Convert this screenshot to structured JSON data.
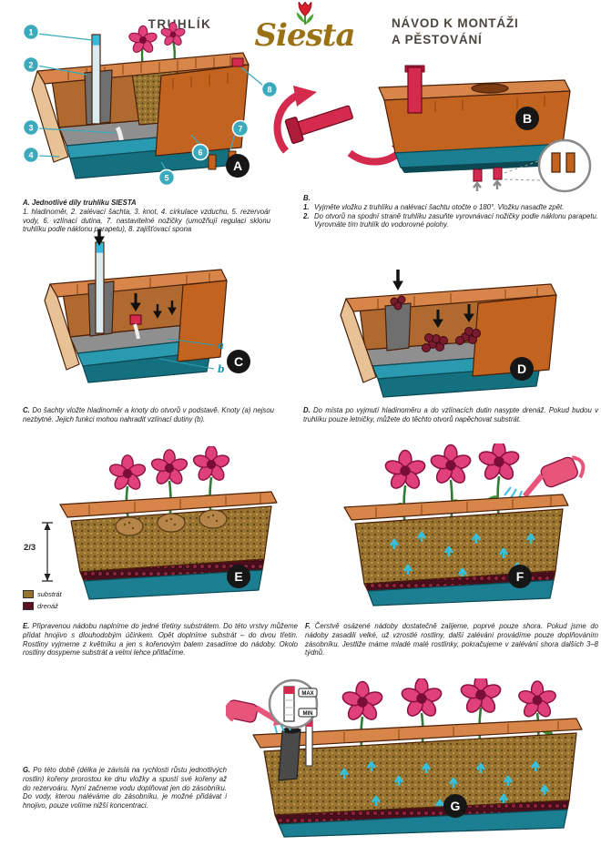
{
  "header": {
    "title_left": "TRUHLÍK",
    "logo_text": "Siesta",
    "title_right_line1": "NÁVOD K MONTÁŽI",
    "title_right_line2": "A PĚSTOVÁNÍ"
  },
  "badges": {
    "a": "A",
    "b": "B",
    "c": "C",
    "d": "D",
    "e": "E",
    "f": "F",
    "g": "G"
  },
  "diagram": {
    "numbers": [
      "1",
      "2",
      "3",
      "4",
      "5",
      "6",
      "7",
      "8"
    ],
    "letter_a": "a",
    "letter_b": "b",
    "fraction": "2/3",
    "max_label": "MAX",
    "min_label": "MIN"
  },
  "legend": {
    "substrate": {
      "label": "substrát",
      "color": "#97732f"
    },
    "drainage": {
      "label": "drenáž",
      "color": "#5a1020"
    }
  },
  "colors": {
    "terracotta": "#c2641f",
    "teal_base": "#1b7f91",
    "callout_teal": "#3aaabc",
    "flower_pink": "#e0417a",
    "red_part": "#d42a4e",
    "logo_gold": "#9a7214"
  },
  "captions": {
    "a": {
      "lead": "A.",
      "title": "Jednotlivé díly truhlíku SIESTA",
      "body": "1. hladinoměr, 2. zalévací šachta, 3. knot, 4. cirkulace vzduchu, 5. rezervoár vody, 6. vzlínací dutina, 7. nastavitelné nožičky (umožňují regulaci sklonu truhlíku podle náklonu parapetu), 8. zajišťovací spona"
    },
    "b": {
      "lead": "B.",
      "items": [
        {
          "num": "1.",
          "text": "Vyjměte vložku z truhlíku a nalévací šachtu otočte o 180°. Vložku nasaďte zpět."
        },
        {
          "num": "2.",
          "text": "Do otvorů na spodní straně truhlíku zasuňte vyrovnávací nožičky podle náklonu parapetu. Vyrovnáte tím truhlík do vodorovné polohy."
        }
      ]
    },
    "c": {
      "lead": "C.",
      "body": "Do šachty vložte hladinoměr a knoty do otvorů v podstavě. Knoty (a) nejsou nezbytné. Jejich funkci mohou nahradit vzlínací dutiny (b)."
    },
    "d": {
      "lead": "D.",
      "body": "Do místa po vyjmutí hladinoměru a do vzlínacích dutin nasypte drenáž. Pokud budou v truhlíku pouze letničky, můžete do těchto otvorů napěchovat substrát."
    },
    "e": {
      "lead": "E.",
      "body": "Připravenou nádobu naplníme do jedné třetiny substrátem. Do této vrstvy můžeme přidat hnojivo s dlouhodobým účinkem. Opět doplníme substrát – do dvou třetin. Rostliny vyjmeme z květníku a jen s kořenovým balem zasadíme do nádoby. Okolo rostliny dosypeme substrát a velmi lehce přitlačíme."
    },
    "f": {
      "lead": "F.",
      "body": "Čerstvě osázené nádoby dostatečně zalijeme, poprvé pouze shora. Pokud jsme do nádoby zasadili velké, už vzrostlé rostliny, další zalévání provádíme pouze doplňováním zásobníku. Jestliže máme mladé malé rostlinky, pokračujeme v zalévání shora dalších 3–8 týdnů."
    },
    "g": {
      "lead": "G.",
      "body": "Po této době (délka je závislá na rychlosti růstu jednotlivých rostlin) kořeny prorostou ke dnu vložky a spustí své kořeny až do rezervoáru. Nyní začneme vodu doplňovat jen do zásobníku. Do vody, kterou naléváme do zásobníku, je možné přidávat i hnojivo, pouze volíme nižší koncentraci."
    }
  }
}
